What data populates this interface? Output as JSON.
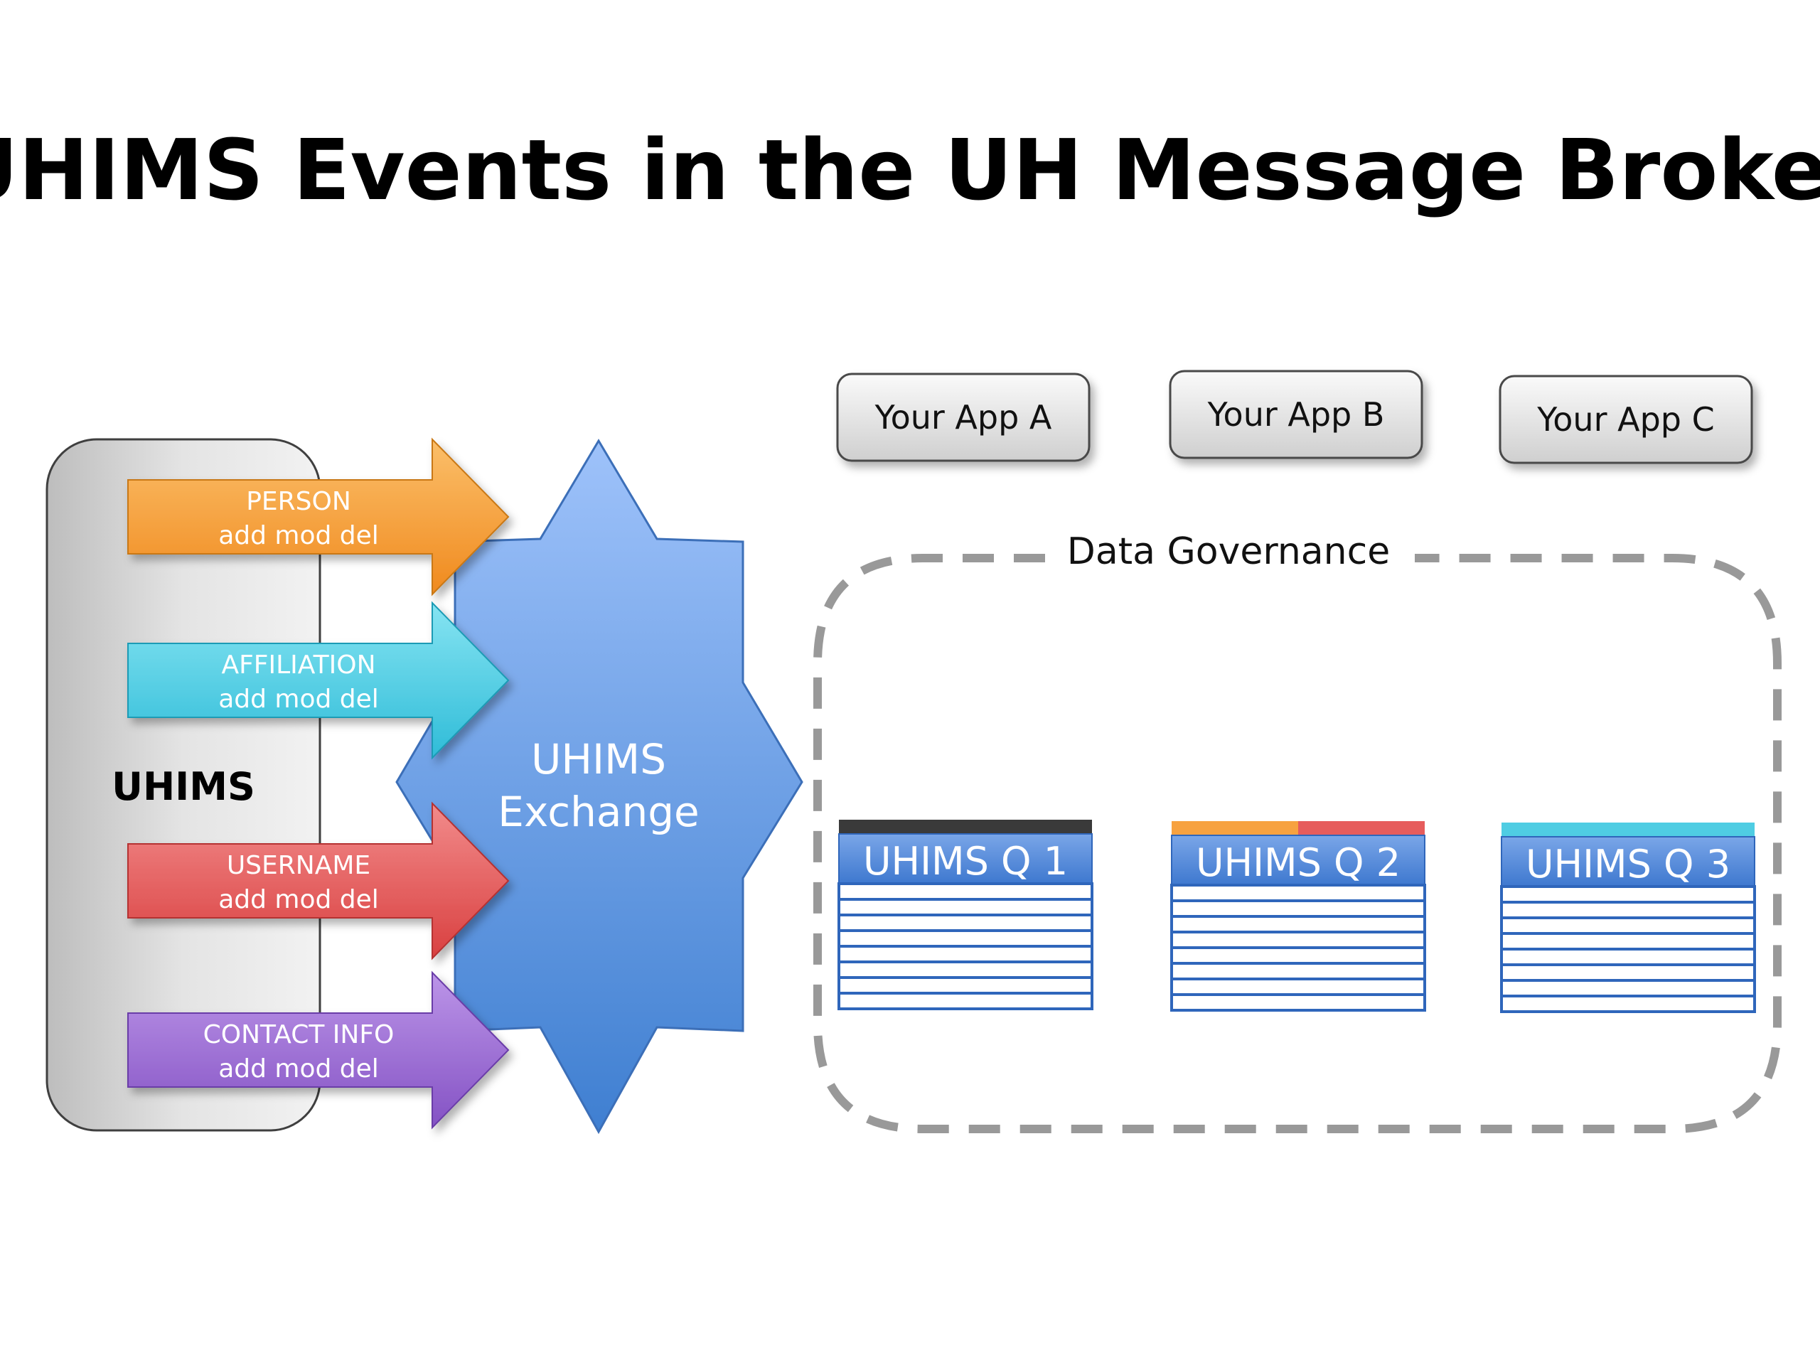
{
  "title": "UHIMS Events in the UH Message Broker",
  "source": {
    "label": "UHIMS"
  },
  "events": [
    {
      "name": "PERSON",
      "ops": "add mod del",
      "color": "#f7a240"
    },
    {
      "name": "AFFILIATION",
      "ops": "add mod del",
      "color": "#4fcde3"
    },
    {
      "name": "USERNAME",
      "ops": "add mod del",
      "color": "#e65c5c"
    },
    {
      "name": "CONTACT INFO",
      "ops": "add mod del",
      "color": "#9b6bd1"
    }
  ],
  "exchange": {
    "line1": "UHIMS",
    "line2": "Exchange",
    "color": "#5b92e0"
  },
  "apps": [
    {
      "label": "Your App A"
    },
    {
      "label": "Your App B"
    },
    {
      "label": "Your App C"
    }
  ],
  "governance": {
    "label": "Data Governance"
  },
  "queues": [
    {
      "label": "UHIMS Q 1",
      "tab_colors": [
        "#3a3a3a"
      ]
    },
    {
      "label": "UHIMS Q 2",
      "tab_colors": [
        "#f7a240",
        "#e65c5c"
      ]
    },
    {
      "label": "UHIMS Q 3",
      "tab_colors": [
        "#4fcde3"
      ]
    }
  ]
}
